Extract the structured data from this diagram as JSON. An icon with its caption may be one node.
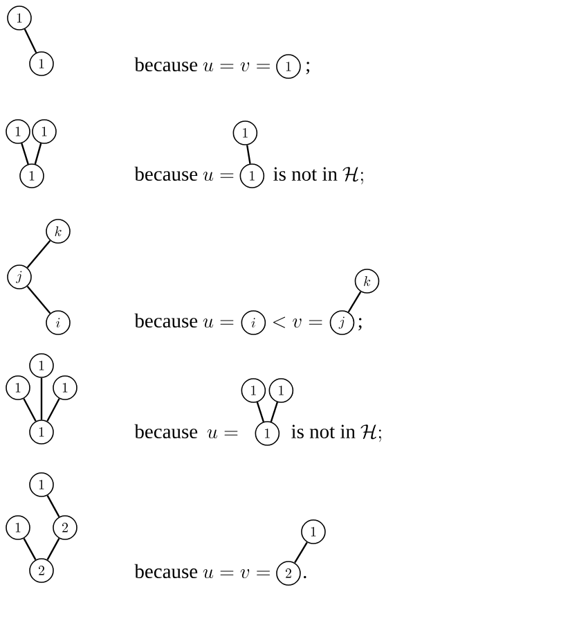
{
  "diagram": {
    "nodes": [
      {
        "text": [
          "1"
        ]
      },
      {
        "text": [
          "1"
        ]
      },
      {
        "text": [
          "1"
        ]
      },
      {
        "text": [
          "1"
        ]
      },
      {
        "text": [
          "1"
        ]
      },
      {
        "text": [
          "1"
        ]
      },
      {
        "text": [
          "1"
        ]
      },
      {
        "text": [
          "1"
        ]
      },
      {
        "text": [
          "k"
        ]
      },
      {
        "text": [
          "j"
        ]
      },
      {
        "text": [
          "i"
        ]
      },
      {
        "text": [
          "i"
        ]
      },
      {
        "text": [
          "k"
        ]
      },
      {
        "text": [
          "j"
        ]
      },
      {
        "text": [
          "1"
        ]
      },
      {
        "text": [
          "1"
        ]
      },
      {
        "text": [
          "1"
        ]
      },
      {
        "text": [
          "1"
        ]
      },
      {
        "text": [
          "1"
        ]
      },
      {
        "text": [
          "1"
        ]
      },
      {
        "text": [
          "1"
        ]
      },
      {
        "text": [
          "1"
        ]
      },
      {
        "text": [
          "1"
        ]
      },
      {
        "text": [
          "2"
        ]
      },
      {
        "text": [
          "2"
        ]
      },
      {
        "text": [
          "1"
        ]
      },
      {
        "text": [
          "2"
        ]
      }
    ],
    "edges": [
      {
        "from": 0,
        "to": 1,
        "arrow": "none"
      },
      {
        "from": 3,
        "to": 5,
        "arrow": "none"
      },
      {
        "from": 4,
        "to": 5,
        "arrow": "none"
      },
      {
        "from": 6,
        "to": 7,
        "arrow": "none"
      },
      {
        "from": 8,
        "to": 9,
        "arrow": "none"
      },
      {
        "from": 9,
        "to": 10,
        "arrow": "none"
      },
      {
        "from": 12,
        "to": 13,
        "arrow": "none"
      },
      {
        "from": 14,
        "to": 17,
        "arrow": "none"
      },
      {
        "from": 15,
        "to": 17,
        "arrow": "none"
      },
      {
        "from": 16,
        "to": 17,
        "arrow": "none"
      },
      {
        "from": 18,
        "to": 20,
        "arrow": "none"
      },
      {
        "from": 19,
        "to": 20,
        "arrow": "none"
      },
      {
        "from": 21,
        "to": 23,
        "arrow": "none"
      },
      {
        "from": 22,
        "to": 24,
        "arrow": "none"
      },
      {
        "from": 23,
        "to": 24,
        "arrow": "none"
      },
      {
        "from": 25,
        "to": 26,
        "arrow": "none"
      }
    ],
    "labels": [
      "because",
      "u = v =",
      ";",
      "because",
      "u =",
      "is not in",
      "\\mathcal{H};",
      "because",
      "u =",
      "< v =",
      ";",
      "because",
      "u =",
      "is not in",
      "\\mathcal{H};",
      "because",
      "u = v =",
      "."
    ]
  }
}
